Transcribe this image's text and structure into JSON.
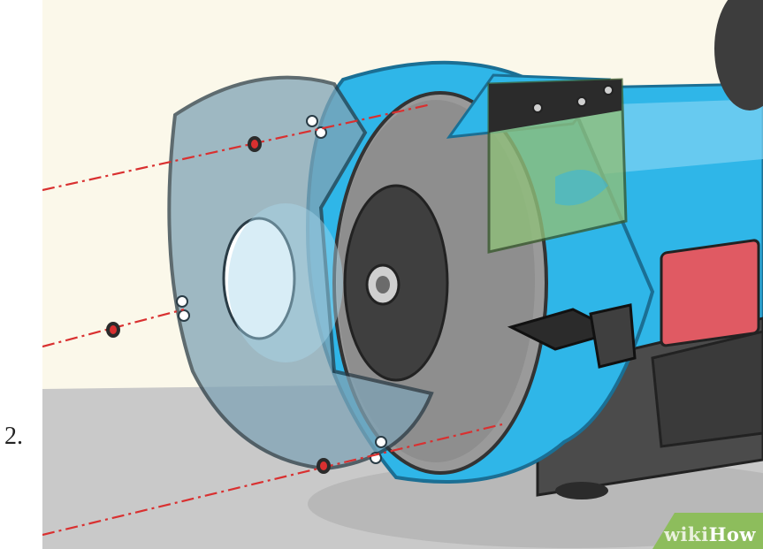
{
  "step": {
    "number": "2."
  },
  "watermark": {
    "wiki": "wiki",
    "how": "How"
  },
  "colors": {
    "background": "#fbf8ea",
    "floor": "#c9c9c9",
    "housing_blue": "#2fb6e8",
    "guard_glass": "#7fa3b5",
    "grinding_wheel": "#8e8e8e",
    "eye_shield": "#8fbf7a",
    "tool_rest": "#3f3f3f",
    "switch_red": "#e05a63",
    "dash_line": "#d93030",
    "watermark_green": "#8dbd5c"
  },
  "icons": [
    "screw-icon",
    "bench-grinder-icon"
  ]
}
